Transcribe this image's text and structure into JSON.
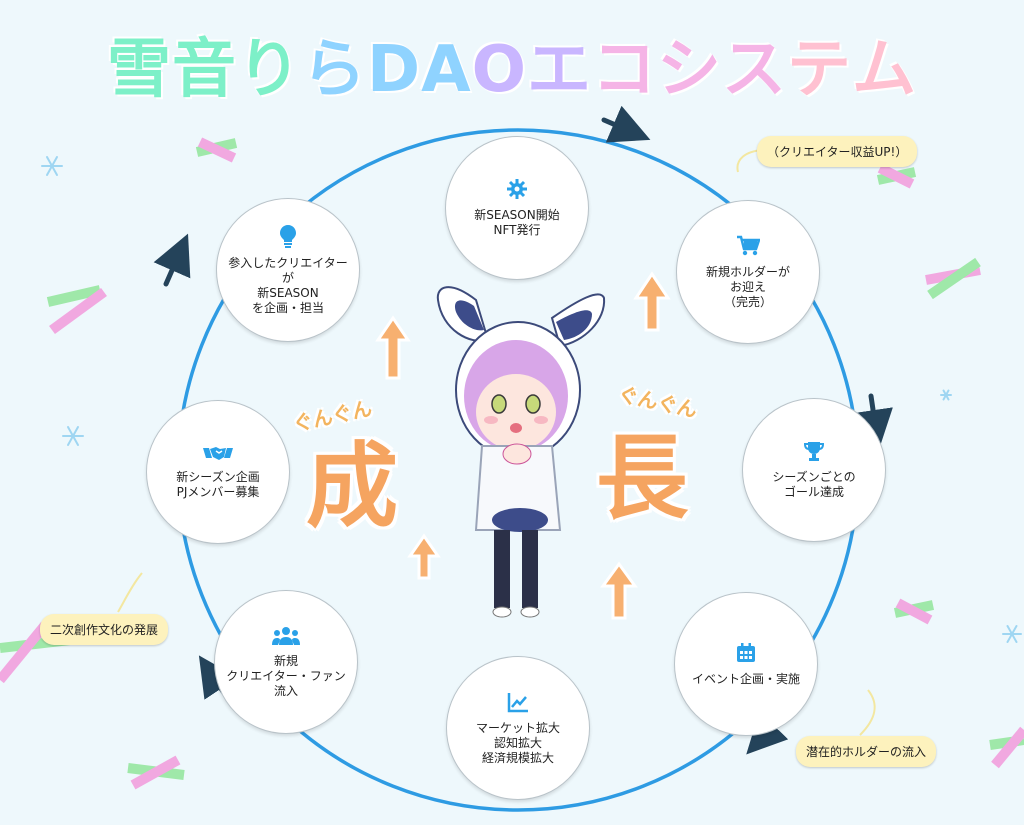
{
  "title": "雪音りらDAOエコシステム",
  "colors": {
    "circle": "#2e9be3",
    "arrow": "#24435a",
    "growth": "#f5a460",
    "tag_bg": "#fdf2bd",
    "title_gradient": [
      "#7df0c8",
      "#8fd3ff",
      "#c9b6ff",
      "#f5b4e6",
      "#ffc1d1"
    ]
  },
  "nodes": [
    {
      "id": "top",
      "icon": "gear-icon",
      "label": "新SEASON開始\nNFT発行"
    },
    {
      "id": "top-right",
      "icon": "cart-icon",
      "label": "新規ホルダーが\nお迎え\n（完売）"
    },
    {
      "id": "right",
      "icon": "trophy-icon",
      "label": "シーズンごとの\nゴール達成"
    },
    {
      "id": "bottom-right",
      "icon": "calendar-icon",
      "label": "イベント企画・実施"
    },
    {
      "id": "bottom",
      "icon": "trend-chart-icon",
      "label": "マーケット拡大\n認知拡大\n経済規模拡大"
    },
    {
      "id": "bottom-left",
      "icon": "people-icon",
      "label": "新規\nクリエイター・ファン流入"
    },
    {
      "id": "left",
      "icon": "handshake-icon",
      "label": "新シーズン企画\nPJメンバー募集"
    },
    {
      "id": "top-left",
      "icon": "lightbulb-icon",
      "label": "参入したクリエイターが\n新SEASON\nを企画・担当"
    }
  ],
  "tags": {
    "creator_revenue": "（クリエイター収益UP!）",
    "secondary_creation": "二次創作文化の発展",
    "potential_holders": "潜在的ホルダーの流入"
  },
  "growth": {
    "left_char": "成",
    "right_char": "長",
    "ruby": "ぐんぐん"
  }
}
